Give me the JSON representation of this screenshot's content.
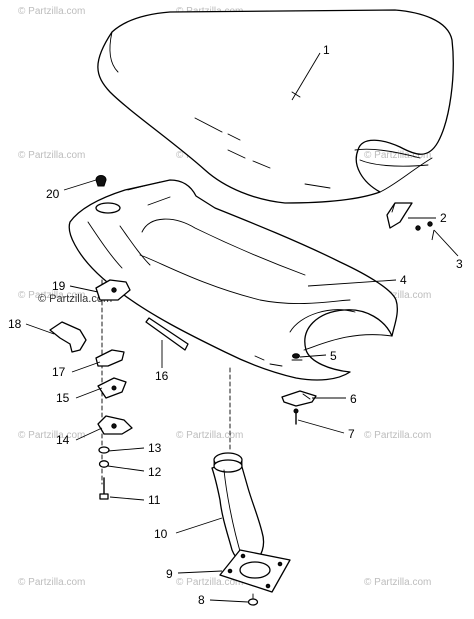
{
  "watermark": {
    "text": "© Partzilla.com",
    "color": "#bdbdbd"
  },
  "callouts": [
    {
      "id": "1",
      "label": "1"
    },
    {
      "id": "2",
      "label": "2"
    },
    {
      "id": "3",
      "label": "3"
    },
    {
      "id": "4",
      "label": "4"
    },
    {
      "id": "5",
      "label": "5"
    },
    {
      "id": "6",
      "label": "6"
    },
    {
      "id": "7",
      "label": "7"
    },
    {
      "id": "8",
      "label": "8"
    },
    {
      "id": "9",
      "label": "9"
    },
    {
      "id": "10",
      "label": "10"
    },
    {
      "id": "11",
      "label": "11"
    },
    {
      "id": "12",
      "label": "12"
    },
    {
      "id": "13",
      "label": "13"
    },
    {
      "id": "14",
      "label": "14"
    },
    {
      "id": "15",
      "label": "15"
    },
    {
      "id": "16",
      "label": "16"
    },
    {
      "id": "17",
      "label": "17"
    },
    {
      "id": "18",
      "label": "18"
    },
    {
      "id": "19",
      "label": "19"
    },
    {
      "id": "20",
      "label": "20"
    }
  ]
}
